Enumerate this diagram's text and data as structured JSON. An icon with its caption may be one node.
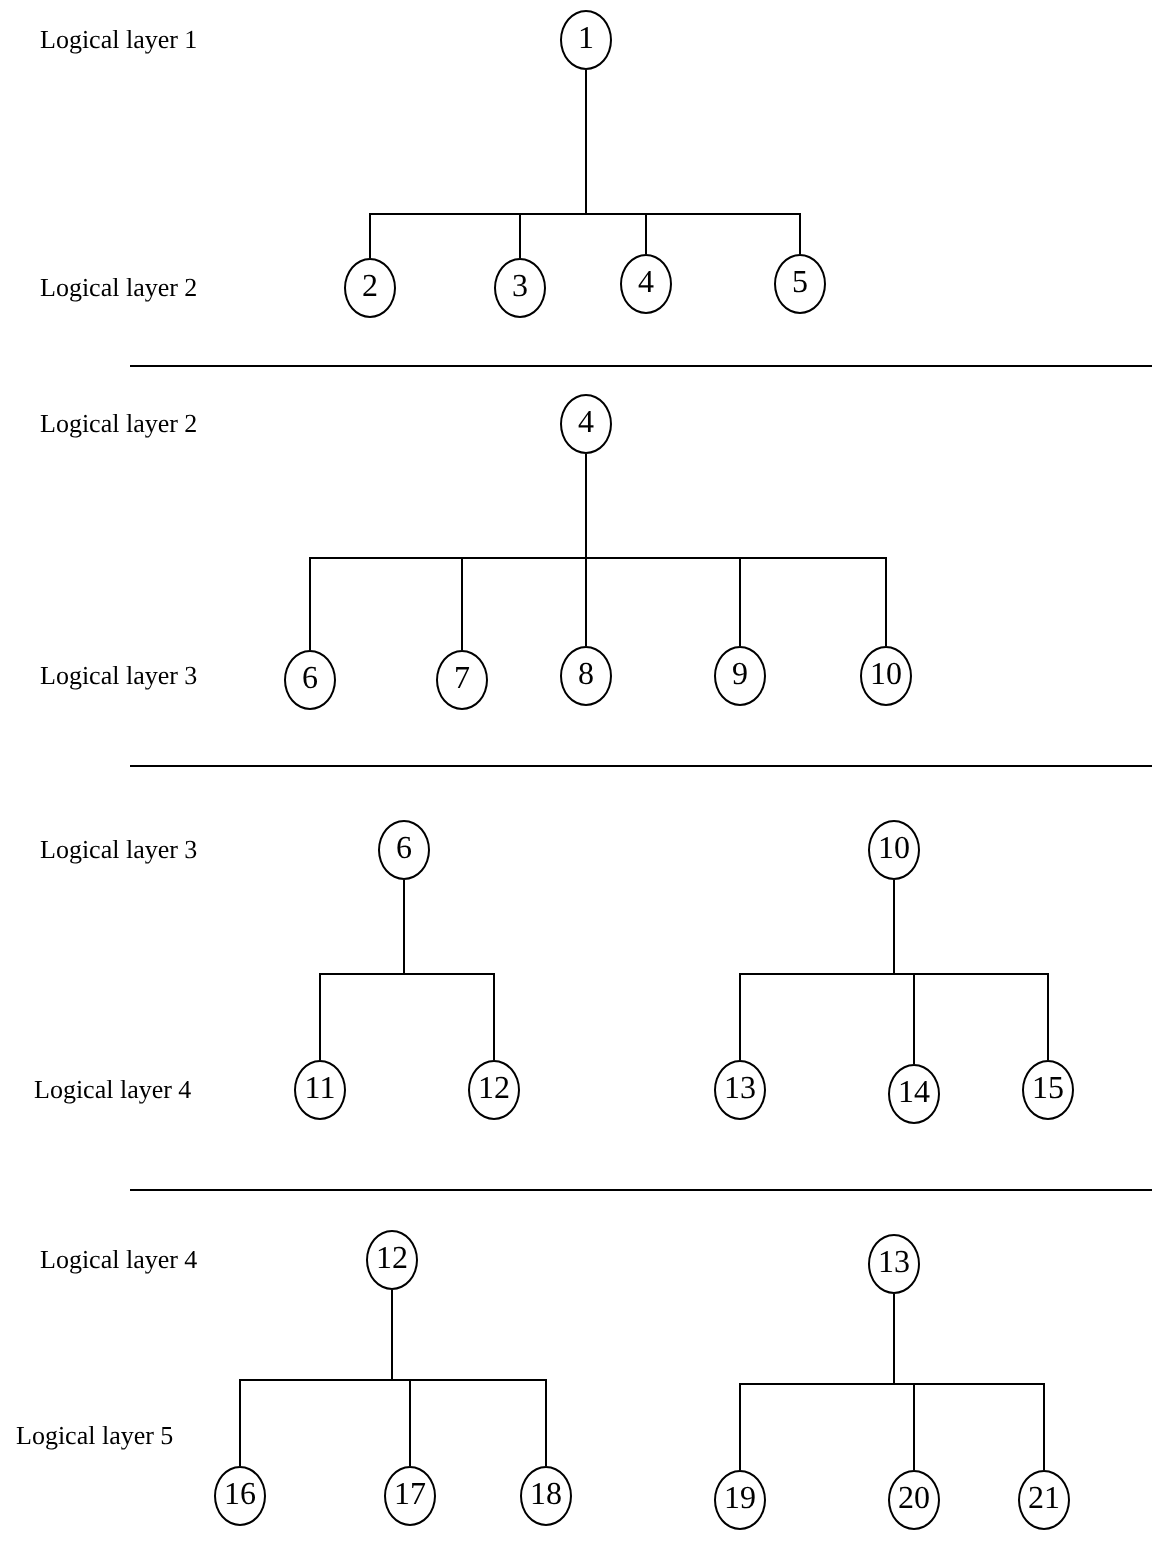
{
  "diagram": {
    "nodes": [
      {
        "text": [
          "1"
        ]
      },
      {
        "text": [
          "2"
        ]
      },
      {
        "text": [
          "3"
        ]
      },
      {
        "text": [
          "4"
        ]
      },
      {
        "text": [
          "5"
        ]
      },
      {
        "text": [
          "4"
        ]
      },
      {
        "text": [
          "6"
        ]
      },
      {
        "text": [
          "7"
        ]
      },
      {
        "text": [
          "8"
        ]
      },
      {
        "text": [
          "9"
        ]
      },
      {
        "text": [
          "10"
        ]
      },
      {
        "text": [
          "6"
        ]
      },
      {
        "text": [
          "10"
        ]
      },
      {
        "text": [
          "11"
        ]
      },
      {
        "text": [
          "12"
        ]
      },
      {
        "text": [
          "13"
        ]
      },
      {
        "text": [
          "14"
        ]
      },
      {
        "text": [
          "15"
        ]
      },
      {
        "text": [
          "12"
        ]
      },
      {
        "text": [
          "13"
        ]
      },
      {
        "text": [
          "16"
        ]
      },
      {
        "text": [
          "17"
        ]
      },
      {
        "text": [
          "18"
        ]
      },
      {
        "text": [
          "19"
        ]
      },
      {
        "text": [
          "20"
        ]
      },
      {
        "text": [
          "21"
        ]
      }
    ],
    "edges": [
      {
        "from": 0,
        "to": 1,
        "arrow": "none"
      },
      {
        "from": 0,
        "to": 2,
        "arrow": "none"
      },
      {
        "from": 0,
        "to": 3,
        "arrow": "none"
      },
      {
        "from": 0,
        "to": 4,
        "arrow": "none"
      },
      {
        "from": 5,
        "to": 6,
        "arrow": "none"
      },
      {
        "from": 5,
        "to": 7,
        "arrow": "none"
      },
      {
        "from": 5,
        "to": 8,
        "arrow": "none"
      },
      {
        "from": 5,
        "to": 9,
        "arrow": "none"
      },
      {
        "from": 5,
        "to": 10,
        "arrow": "none"
      },
      {
        "from": 11,
        "to": 13,
        "arrow": "none"
      },
      {
        "from": 11,
        "to": 14,
        "arrow": "none"
      },
      {
        "from": 12,
        "to": 15,
        "arrow": "none"
      },
      {
        "from": 12,
        "to": 16,
        "arrow": "none"
      },
      {
        "from": 12,
        "to": 17,
        "arrow": "none"
      },
      {
        "from": 18,
        "to": 20,
        "arrow": "none"
      },
      {
        "from": 18,
        "to": 21,
        "arrow": "none"
      },
      {
        "from": 18,
        "to": 22,
        "arrow": "none"
      },
      {
        "from": 19,
        "to": 23,
        "arrow": "none"
      },
      {
        "from": 19,
        "to": 24,
        "arrow": "none"
      },
      {
        "from": 19,
        "to": 25,
        "arrow": "none"
      }
    ],
    "labels": [
      "Logical layer 1",
      "Logical layer 2",
      "Logical layer 2",
      "Logical layer 3",
      "Logical layer 3",
      "Logical layer 4",
      "Logical layer 4",
      "Logical layer 5"
    ]
  }
}
